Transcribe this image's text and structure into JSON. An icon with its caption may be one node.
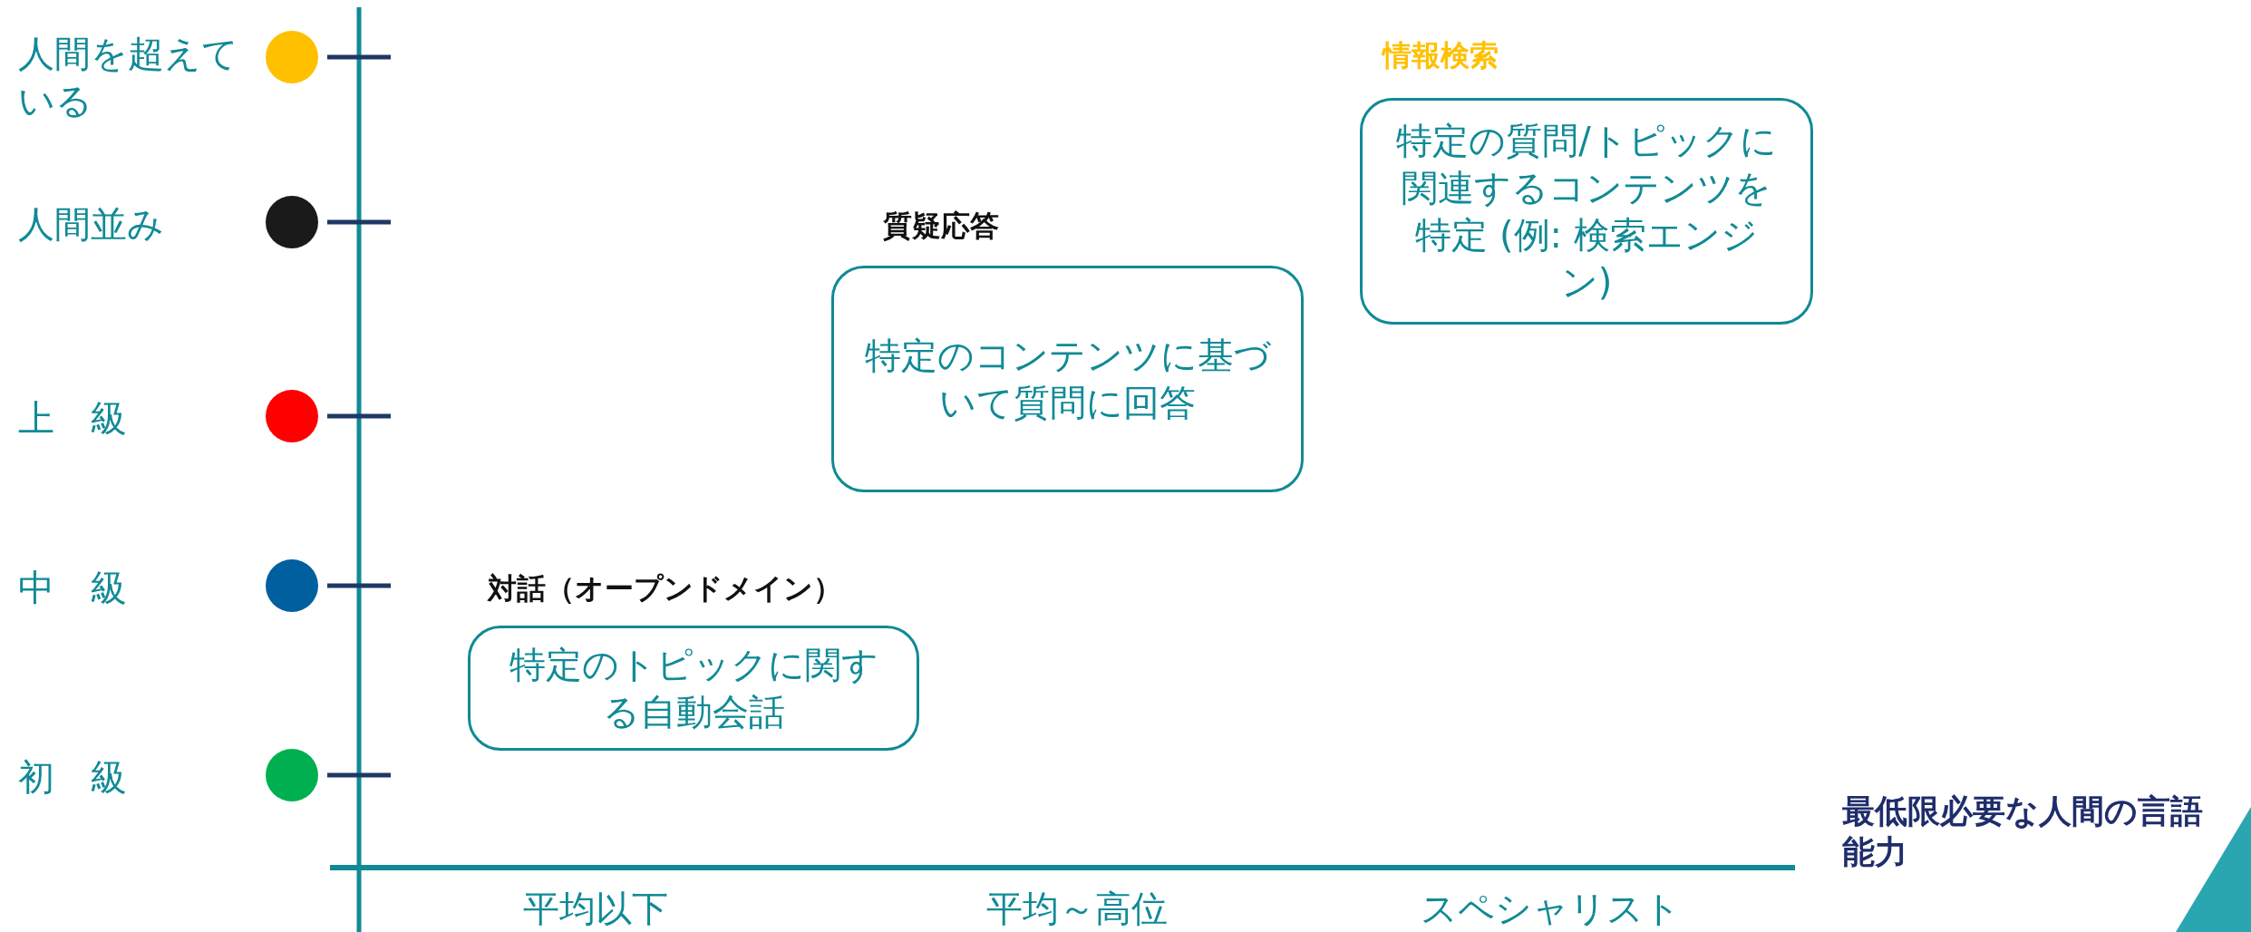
{
  "diagram": {
    "nodes": [
      {
        "text": [
          "情報検索",
          "特定の質問/トピックに関連するコンテンツを特定 (例: 検索エンジン)"
        ]
      },
      {
        "text": [
          "質疑応答",
          "特定のコンテンツに基づいて質問に回答"
        ]
      },
      {
        "text": [
          "対話（オープンドメイン）",
          "特定のトピックに関する自動会話"
        ]
      }
    ],
    "labels": [
      "最低限必要な人間の言語能力",
      "平均以下",
      "平均～高位",
      "スペシャリスト"
    ],
    "legend": [
      {
        "text": "人間を超えている",
        "color": "#ffc000"
      },
      {
        "text": "人間並み",
        "color": "#1a1a1a"
      },
      {
        "text": "上　級",
        "color": "#ff0000"
      },
      {
        "text": "中　級",
        "color": "#005f9e"
      },
      {
        "text": "初　級",
        "color": "#00b050"
      }
    ]
  }
}
